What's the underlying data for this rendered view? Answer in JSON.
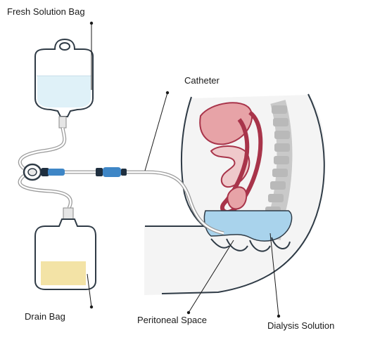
{
  "labels": {
    "fresh_bag": "Fresh Solution Bag",
    "catheter": "Catheter",
    "drain_bag": "Drain Bag",
    "peritoneal_space": "Peritoneal Space",
    "dialysis_solution": "Dialysis Solution"
  },
  "colors": {
    "outline": "#2f3b46",
    "fresh_solution": "#dff1f8",
    "drained_fluid": "#f3e3a6",
    "dialysis_fluid": "#a9d3ec",
    "connector_blue": "#3e86c6",
    "organ_pink": "#e7a3a7",
    "organ_outline": "#a8344a",
    "spine_grey": "#b9b9b9",
    "body_fill": "#f4f4f4"
  }
}
